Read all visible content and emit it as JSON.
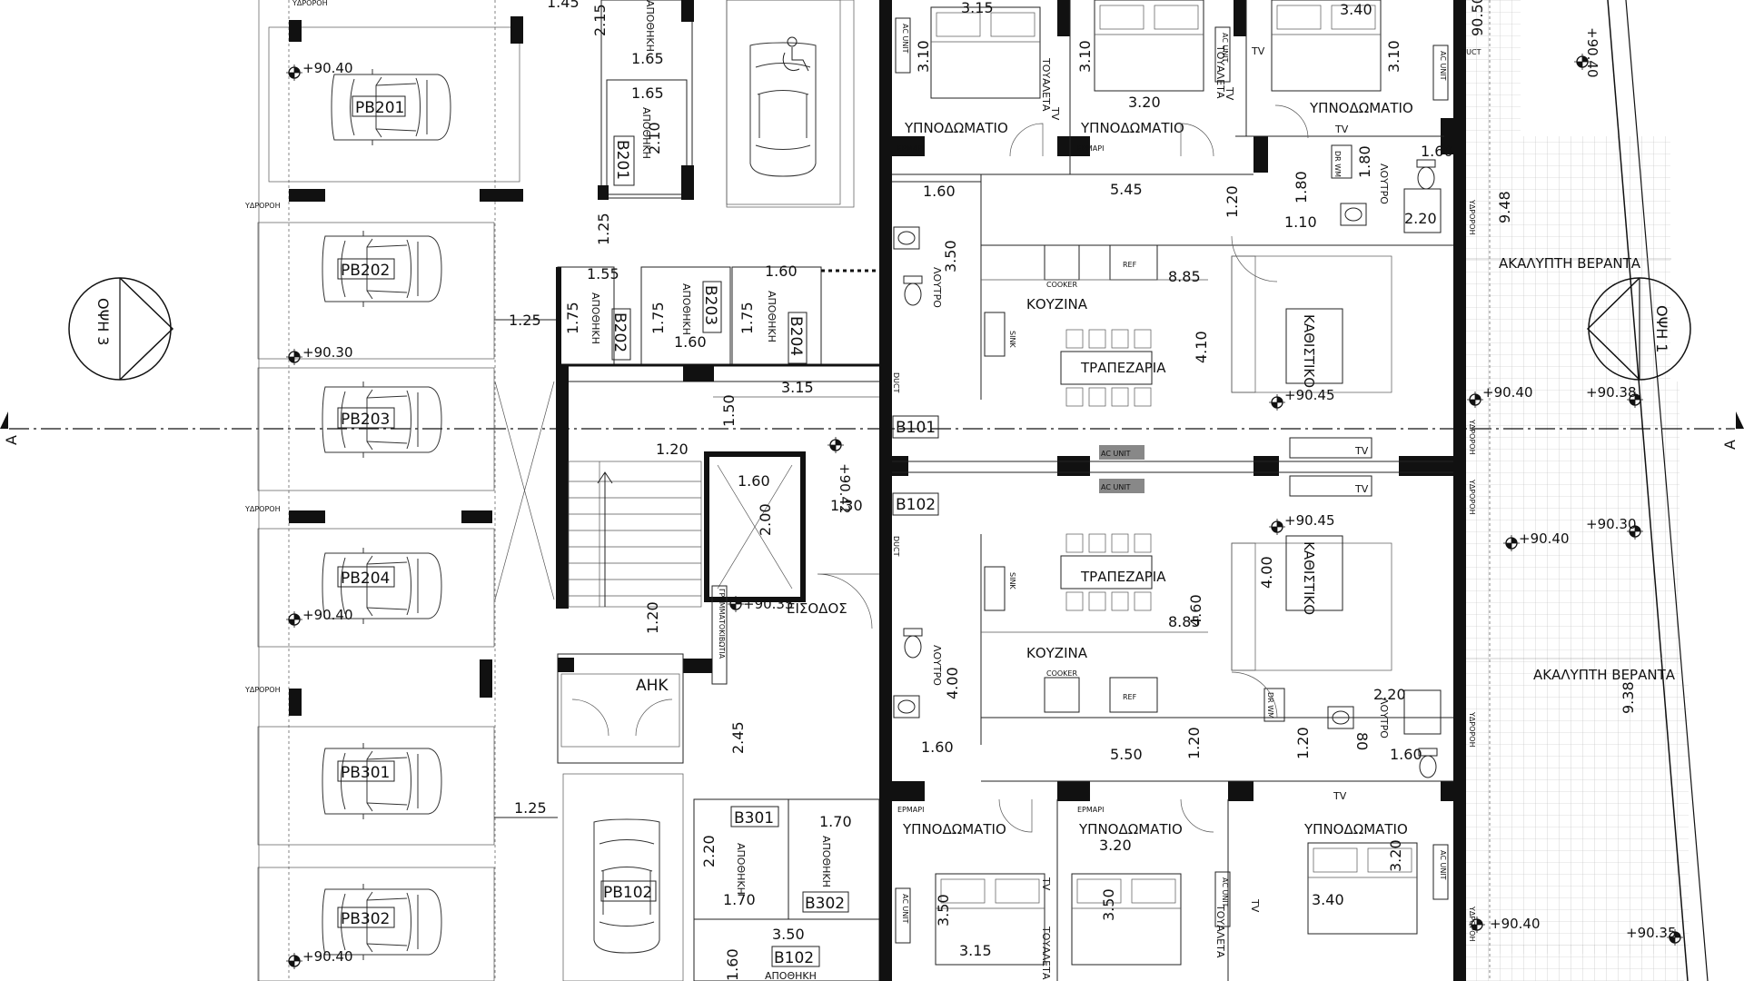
{
  "parking": [
    {
      "id": "pb201",
      "label": "PB201"
    },
    {
      "id": "pb202",
      "label": "PB202"
    },
    {
      "id": "pb203",
      "label": "PB203"
    },
    {
      "id": "pb204",
      "label": "PB204"
    },
    {
      "id": "pb301",
      "label": "PB301"
    },
    {
      "id": "pb302",
      "label": "PB302"
    },
    {
      "id": "pb102",
      "label": "PB102"
    }
  ],
  "storage": {
    "b201": "B201",
    "b202": "B202",
    "b203": "B203",
    "b204": "B204",
    "b301": "B301",
    "b302": "B302",
    "b102": "B102",
    "b101": "B101",
    "b102b": "B102",
    "b102c": "B102",
    "word": "ΑΠΟΘΗΚΗ"
  },
  "rooms": {
    "bedroom": "ΥΠΝΟΔΩΜΑΤΙΟ",
    "kitchen": "ΚΟΥΖΙΝΑ",
    "dining": "ΤΡΑΠΕΖΑΡΙΑ",
    "living": "ΚΑΘΙΣΤΙΚΟ",
    "bath": "ΛΟΥΤΡΟ",
    "wc": "ΤΟΥΑΛΕΤΑ",
    "entrance": "ΕΙΣΟΔΟΣ",
    "ahk": "ΑΗΚ",
    "veranda": "ΑΚΑΛΥΠΤΗ ΒΕΡΑΝΤΑ",
    "wardrobe": "ΕΡΜΑΡΙ",
    "water": "ΥΔΡΟΡΟΗ",
    "mailbox": "ΓΡΑΜΜΑΤΟΚΙΒΩΤΙΑ"
  },
  "fixtures": {
    "ref": "REF",
    "cooker": "COOKER",
    "sink": "SINK",
    "tv": "TV",
    "duct": "DUCT",
    "ac": "AC UNIT",
    "drwm": "DR WM"
  },
  "views": {
    "left": "ΟΨΗ 3",
    "right": "ΟΨΗ 1",
    "section": "A"
  },
  "levels": [
    "+90.40",
    "+90.30",
    "+90.40",
    "+90.40",
    "+90.35",
    "+90.42",
    "+90.45",
    "+90.45",
    "+90.40",
    "+90.38",
    "+90.40",
    "+90.30",
    "+90.40",
    "+90.35"
  ],
  "dims": {
    "d145": "1.45",
    "d215": "2.15",
    "d165": "1.65",
    "d165b": "1.65",
    "d210": "2.10",
    "d125": "1.25",
    "d125b": "1.25",
    "d125c": "1.25",
    "d155": "1.55",
    "d175": "1.75",
    "d175b": "1.75",
    "d175c": "1.75",
    "d160": "1.60",
    "d160b": "1.60",
    "d160c": "1.60",
    "d315": "3.15",
    "d150": "1.50",
    "d120": "1.20",
    "d120b": "1.20",
    "d200": "2.00",
    "d130": "1.30",
    "d245": "2.45",
    "d220": "2.20",
    "d170": "1.70",
    "d170b": "1.70",
    "d350": "3.50",
    "d160d": "1.60",
    "d315t": "3.15",
    "d310": "3.10",
    "d310b": "3.10",
    "d320": "3.20",
    "d340": "3.40",
    "d310c": "3.10",
    "d545": "5.45",
    "d120c": "1.20",
    "d180": "1.80",
    "d110": "1.10",
    "d180b": "1.80",
    "d220b": "2.20",
    "d160e": "1.60",
    "d350b": "3.50",
    "d885": "8.85",
    "d410": "4.10",
    "d948": "9.48",
    "d050": "90.50",
    "d460": "4.60",
    "d400": "4.00",
    "d885b": "8.85",
    "d400b": "4.00",
    "d160f": "1.60",
    "d550": "5.50",
    "d120d": "1.20",
    "d120e": "1.20",
    "d080": "80",
    "d160g": "1.60",
    "d220c": "2.20",
    "d938": "9.38",
    "d350c": "3.50",
    "d315b": "3.15",
    "d350d": "3.50",
    "d320b": "3.20",
    "d340b": "3.40",
    "d320c": "3.20",
    "d160h": "1.60"
  }
}
